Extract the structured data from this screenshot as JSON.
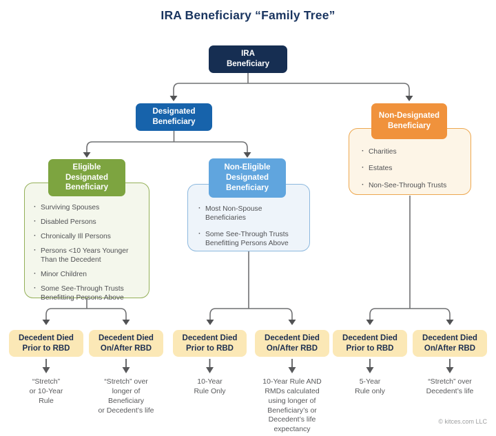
{
  "title": "IRA Beneficiary “Family Tree”",
  "copyright": "© kitces.com LLC",
  "colors": {
    "navy": "#162e52",
    "blue": "#1763ab",
    "green": "#7da440",
    "light_blue": "#60a5de",
    "orange": "#f0923c",
    "yellow": "#fbe8b6",
    "line_gray": "#6f7072"
  },
  "nodes": {
    "ira": {
      "label": "IRA\nBeneficiary"
    },
    "designated": {
      "label": "Designated\nBeneficiary"
    },
    "non_designated": {
      "label": "Non-Designated\nBeneficiary",
      "items": [
        "Charities",
        "Estates",
        "Non-See-Through Trusts"
      ]
    },
    "eligible": {
      "label": "Eligible\nDesignated\nBeneficiary",
      "items": [
        "Surviving Spouses",
        "Disabled Persons",
        "Chronically Ill Persons",
        "Persons <10 Years Younger\nThan the Decedent",
        "Minor Children",
        "Some See-Through Trusts\nBenefitting Persons Above"
      ]
    },
    "non_eligible": {
      "label": "Non-Eligible\nDesignated\nBeneficiary",
      "items": [
        "Most Non-Spouse\nBeneficiaries",
        "Some See-Through Trusts\nBenefitting Persons Above"
      ]
    }
  },
  "outcomes": [
    {
      "condition": "Decedent Died\nPrior to RBD",
      "result": "“Stretch”\nor 10-Year\nRule"
    },
    {
      "condition": "Decedent Died\nOn/After RBD",
      "result": "“Stretch” over\nlonger of\nBeneficiary\nor Decedent’s life"
    },
    {
      "condition": "Decedent Died\nPrior to RBD",
      "result": "10-Year\nRule Only"
    },
    {
      "condition": "Decedent Died\nOn/After RBD",
      "result": "10-Year Rule AND\nRMDs calculated\nusing longer of\nBeneficiary’s or\nDecedent’s life\nexpectancy"
    },
    {
      "condition": "Decedent Died\nPrior to RBD",
      "result": "5-Year\nRule only"
    },
    {
      "condition": "Decedent Died\nOn/After RBD",
      "result": "“Stretch” over\nDecedent’s life"
    }
  ]
}
